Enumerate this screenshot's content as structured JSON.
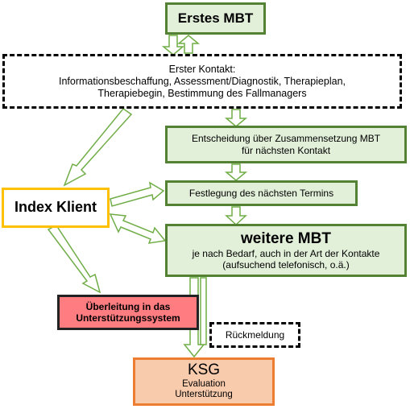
{
  "nodes": {
    "erstes_mbt": {
      "title": "Erstes MBT"
    },
    "erster_kontakt": {
      "lines": [
        "Erster Kontakt:",
        "Informationsbeschaffung, Assessment/Diagnostik, Therapieplan,",
        "Therapiebegin, Bestimmung  des Fallmanagers"
      ]
    },
    "entscheidung": {
      "lines": [
        "Entscheidung über Zusammensetzung MBT",
        "für nächsten Kontakt"
      ]
    },
    "index_klient": {
      "title": "Index Klient"
    },
    "festlegung": {
      "title": "Festlegung des nächsten Termins"
    },
    "weitere_mbt": {
      "title": "weitere MBT",
      "lines": [
        "je nach Bedarf, auch in der Art der Kontakte",
        "(aufsuchend telefonisch, o.ä.)"
      ]
    },
    "ueberleitung": {
      "lines": [
        "Überleitung in das",
        "Unterstützungssystem"
      ]
    },
    "rueckmeldung": {
      "title": "Rückmeldung"
    },
    "ksg": {
      "title": "KSG",
      "lines": [
        "Evaluation",
        "Unterstützung"
      ]
    }
  },
  "colors": {
    "green_fill": "#e2efd9",
    "green_border": "#548235",
    "arrow_border": "#70ad47",
    "yellow_border": "#ffc000",
    "red_fill": "#ff7c80",
    "orange_fill": "#f8cbad",
    "orange_border": "#ed7d31"
  }
}
